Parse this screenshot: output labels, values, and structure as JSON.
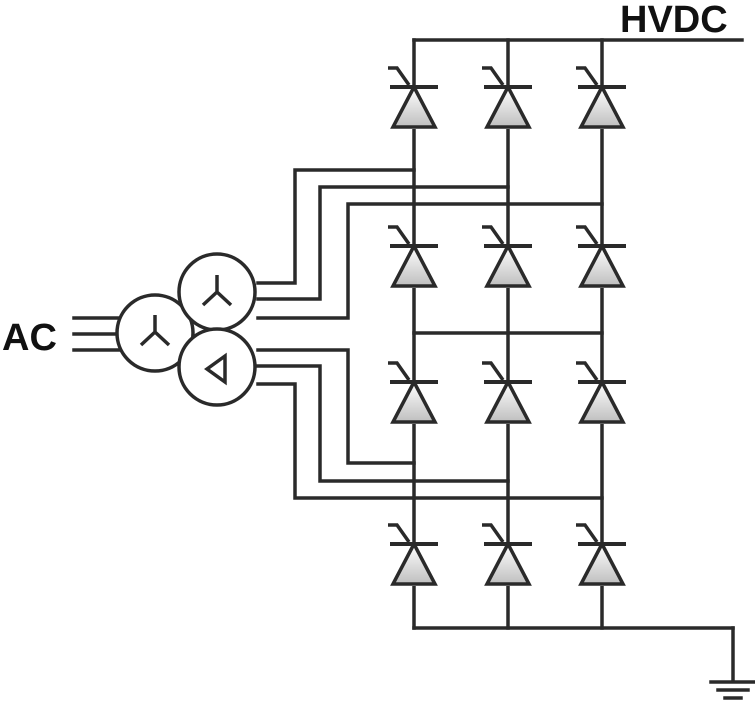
{
  "labels": {
    "dc_output": "HVDC",
    "ac_input": "AC"
  },
  "colors": {
    "line": "#2a2a2a",
    "thyristor_fill_top": "#ffffff",
    "thyristor_fill_bottom": "#bfbfbf",
    "text": "#111111"
  },
  "circuit": {
    "converter_type": "12-pulse thyristor bridge",
    "bridges": 2,
    "thyristor_columns": 3,
    "thyristor_rows": 4,
    "transformer": {
      "windings": [
        "wye",
        "wye",
        "delta"
      ]
    },
    "ground_symbol": true
  }
}
